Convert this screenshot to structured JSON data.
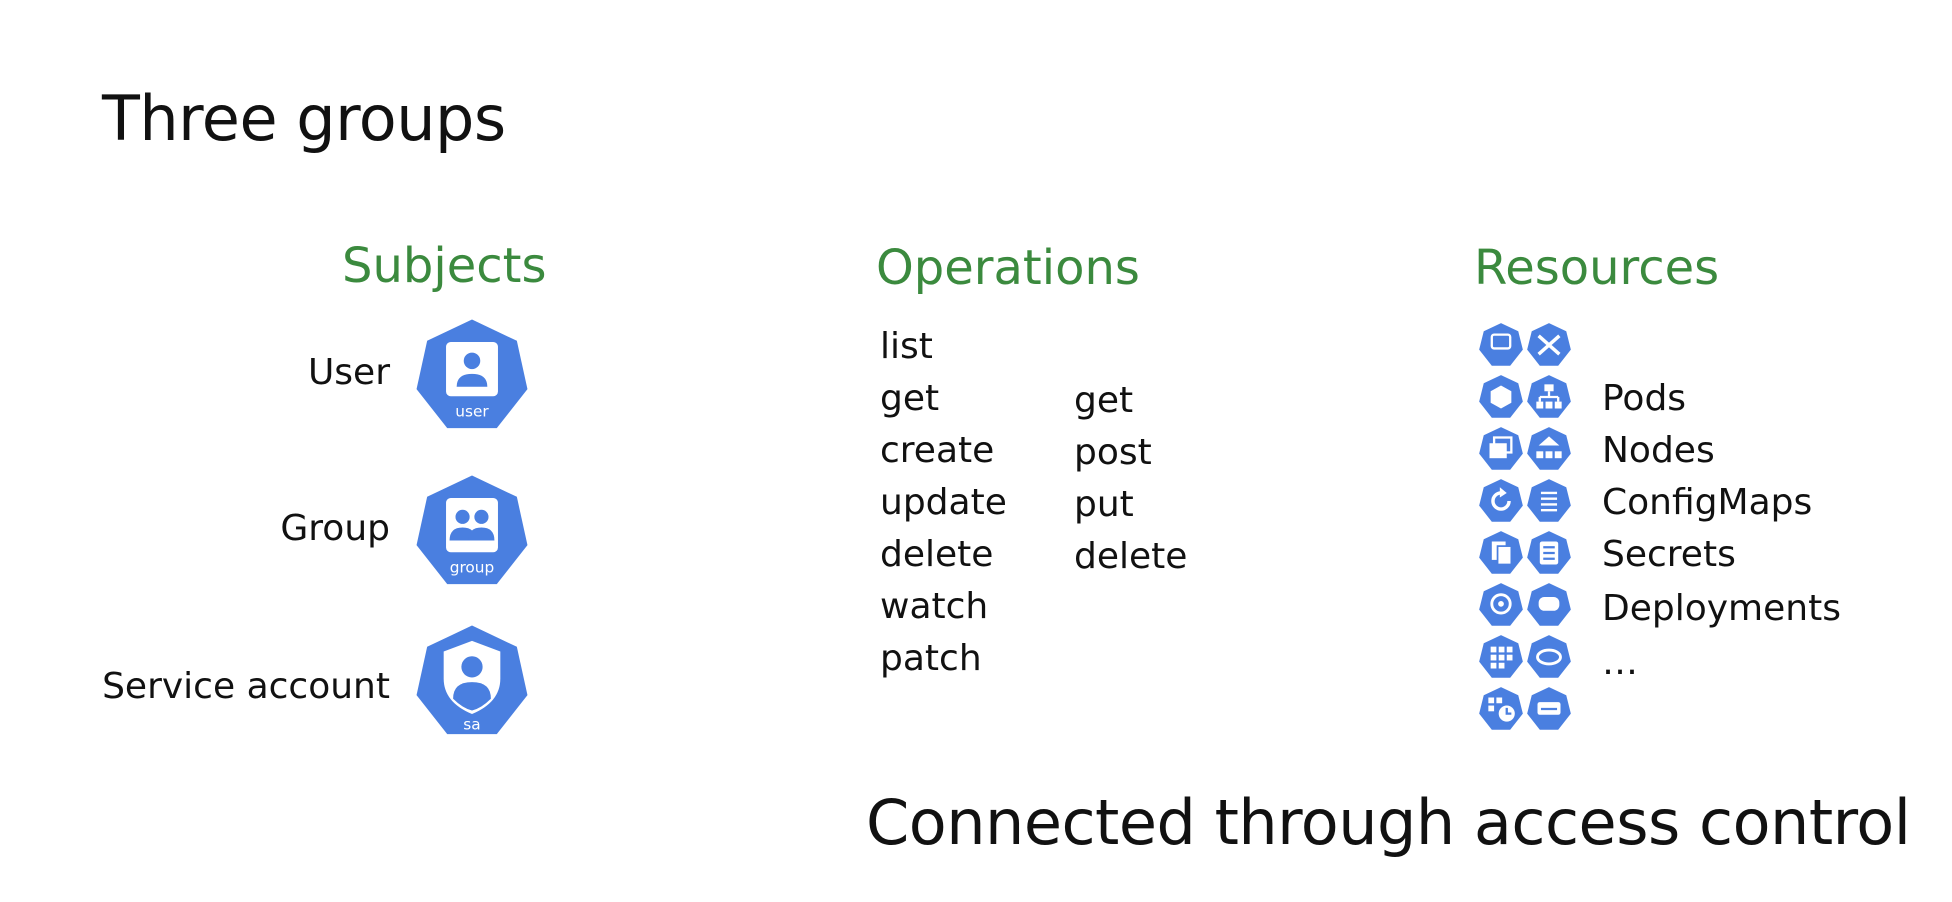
{
  "title": "Three groups",
  "footer": "Connected through access control",
  "colors": {
    "heading": "#3b8a3e",
    "icon": "#4a7fe0",
    "text": "#111111"
  },
  "subjects": {
    "heading": "Subjects",
    "items": [
      {
        "label": "User",
        "icon": "user-icon",
        "icon_caption": "user"
      },
      {
        "label": "Group",
        "icon": "group-icon",
        "icon_caption": "group"
      },
      {
        "label": "Service account",
        "icon": "service-account-icon",
        "icon_caption": "sa"
      }
    ]
  },
  "operations": {
    "heading": "Operations",
    "kubectl_verbs": [
      "list",
      "get",
      "create",
      "update",
      "delete",
      "watch",
      "patch"
    ],
    "http_verbs": [
      "get",
      "post",
      "put",
      "delete"
    ]
  },
  "resources": {
    "heading": "Resources",
    "items": [
      "Pods",
      "Nodes",
      "ConfigMaps",
      "Secrets",
      "Deployments",
      "…"
    ],
    "icon_grid": [
      "pod-icon",
      "network-icon",
      "cube-icon",
      "hierarchy-icon",
      "stack-icon",
      "tree-icon",
      "refresh-icon",
      "list-icon",
      "docs-icon",
      "node-icon",
      "disk-icon",
      "storage-icon",
      "grid-icon",
      "ring-icon",
      "clock-icon",
      "drive-icon"
    ]
  }
}
